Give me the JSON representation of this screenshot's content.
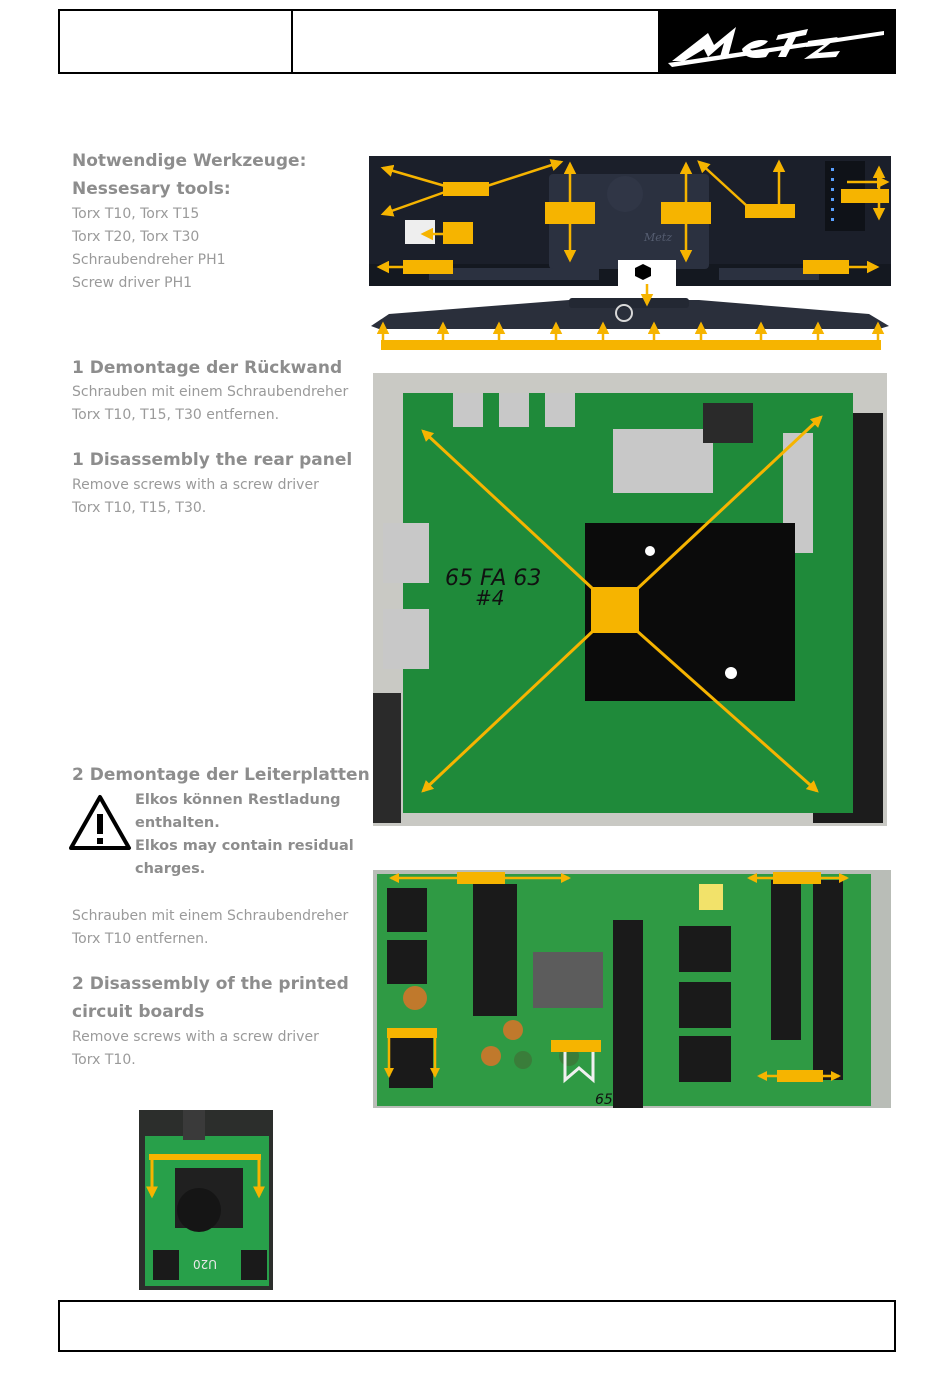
{
  "header": {
    "logo_text": "Metz"
  },
  "tools": {
    "heading_de": "Notwendige Werkzeuge:",
    "heading_en": "Nessesary tools:",
    "items": [
      "Torx T10, Torx T15",
      "Torx T20, Torx T30",
      "Schraubendreher PH1",
      "Screw driver PH1"
    ]
  },
  "step1": {
    "heading_de": "1 Demontage der Rückwand",
    "text_de": [
      "Schrauben mit einem Schraubendreher",
      "Torx T10, T15, T30 entfernen."
    ],
    "heading_en": "1 Disassembly the rear panel",
    "text_en": [
      "Remove screws with a screw driver",
      "Torx T10, T15, T30."
    ]
  },
  "step2": {
    "heading_de": "2 Demontage der Leiterplatten",
    "warning": [
      "Elkos können Restladung",
      "enthalten.",
      "Elkos may contain residual",
      "charges."
    ],
    "text_de": [
      "Schrauben mit einem Schraubendreher",
      "Torx T10 entfernen."
    ],
    "heading_en": [
      "2 Disassembly of the printed",
      "circuit boards"
    ],
    "text_en": [
      "Remove screws with a screw driver",
      "Torx T10."
    ]
  },
  "photos": {
    "rear_panel_label": "rear-panel-photo",
    "mainboard_handwriting": [
      "65 FA 63",
      "#4"
    ],
    "powerboard_handwriting": "65",
    "module_marking": "U20"
  },
  "colors": {
    "marker": "#f6b400",
    "board": "#1f8a3a",
    "panel": "#1b1f2a"
  }
}
